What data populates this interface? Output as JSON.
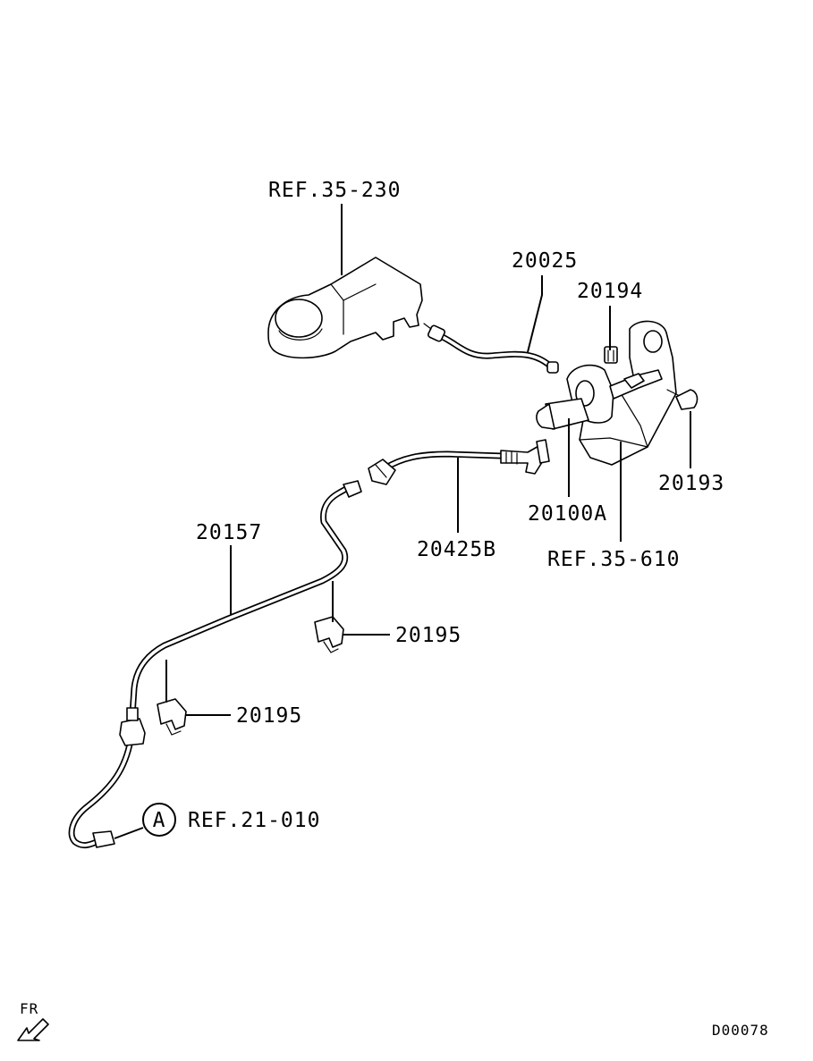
{
  "labels": {
    "ref_35_230": "REF.35-230",
    "p20025": "20025",
    "p20194": "20194",
    "p20193": "20193",
    "p20100a": "20100A",
    "ref_35_610": "REF.35-610",
    "p20425b": "20425B",
    "p20157": "20157",
    "p20195_upper": "20195",
    "p20195_lower": "20195",
    "ref_21_010": "REF.21-010",
    "circle_a": "A"
  },
  "footer": {
    "direction": "FR",
    "diagram_code": "D00078"
  }
}
